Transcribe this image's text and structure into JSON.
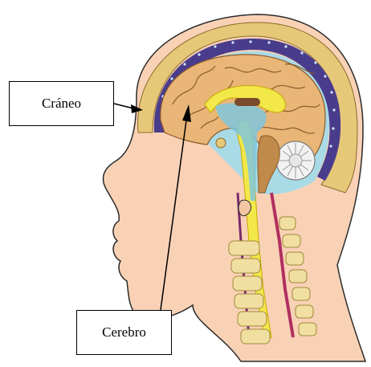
{
  "labels": {
    "skull": "Cráneo",
    "brain": "Cerebro"
  },
  "colors": {
    "skin": "#f9d2b6",
    "skin_outline": "#2b2b2b",
    "scalp": "#f3c6a4",
    "skull_bone": "#e6c879",
    "dura": "#4a3c8c",
    "csf": "#a9dbe6",
    "brain": "#e9b677",
    "brain_lines": "#8a5a2b",
    "corpus_callosum": "#f2e84a",
    "spinal_cord": "#f2e84a",
    "vertebra": "#f0dfa0",
    "cerebellum": "#f2f2f2",
    "red_line": "#b03060"
  },
  "icons": [
    "arrow-to-skull",
    "arrow-to-brain"
  ]
}
